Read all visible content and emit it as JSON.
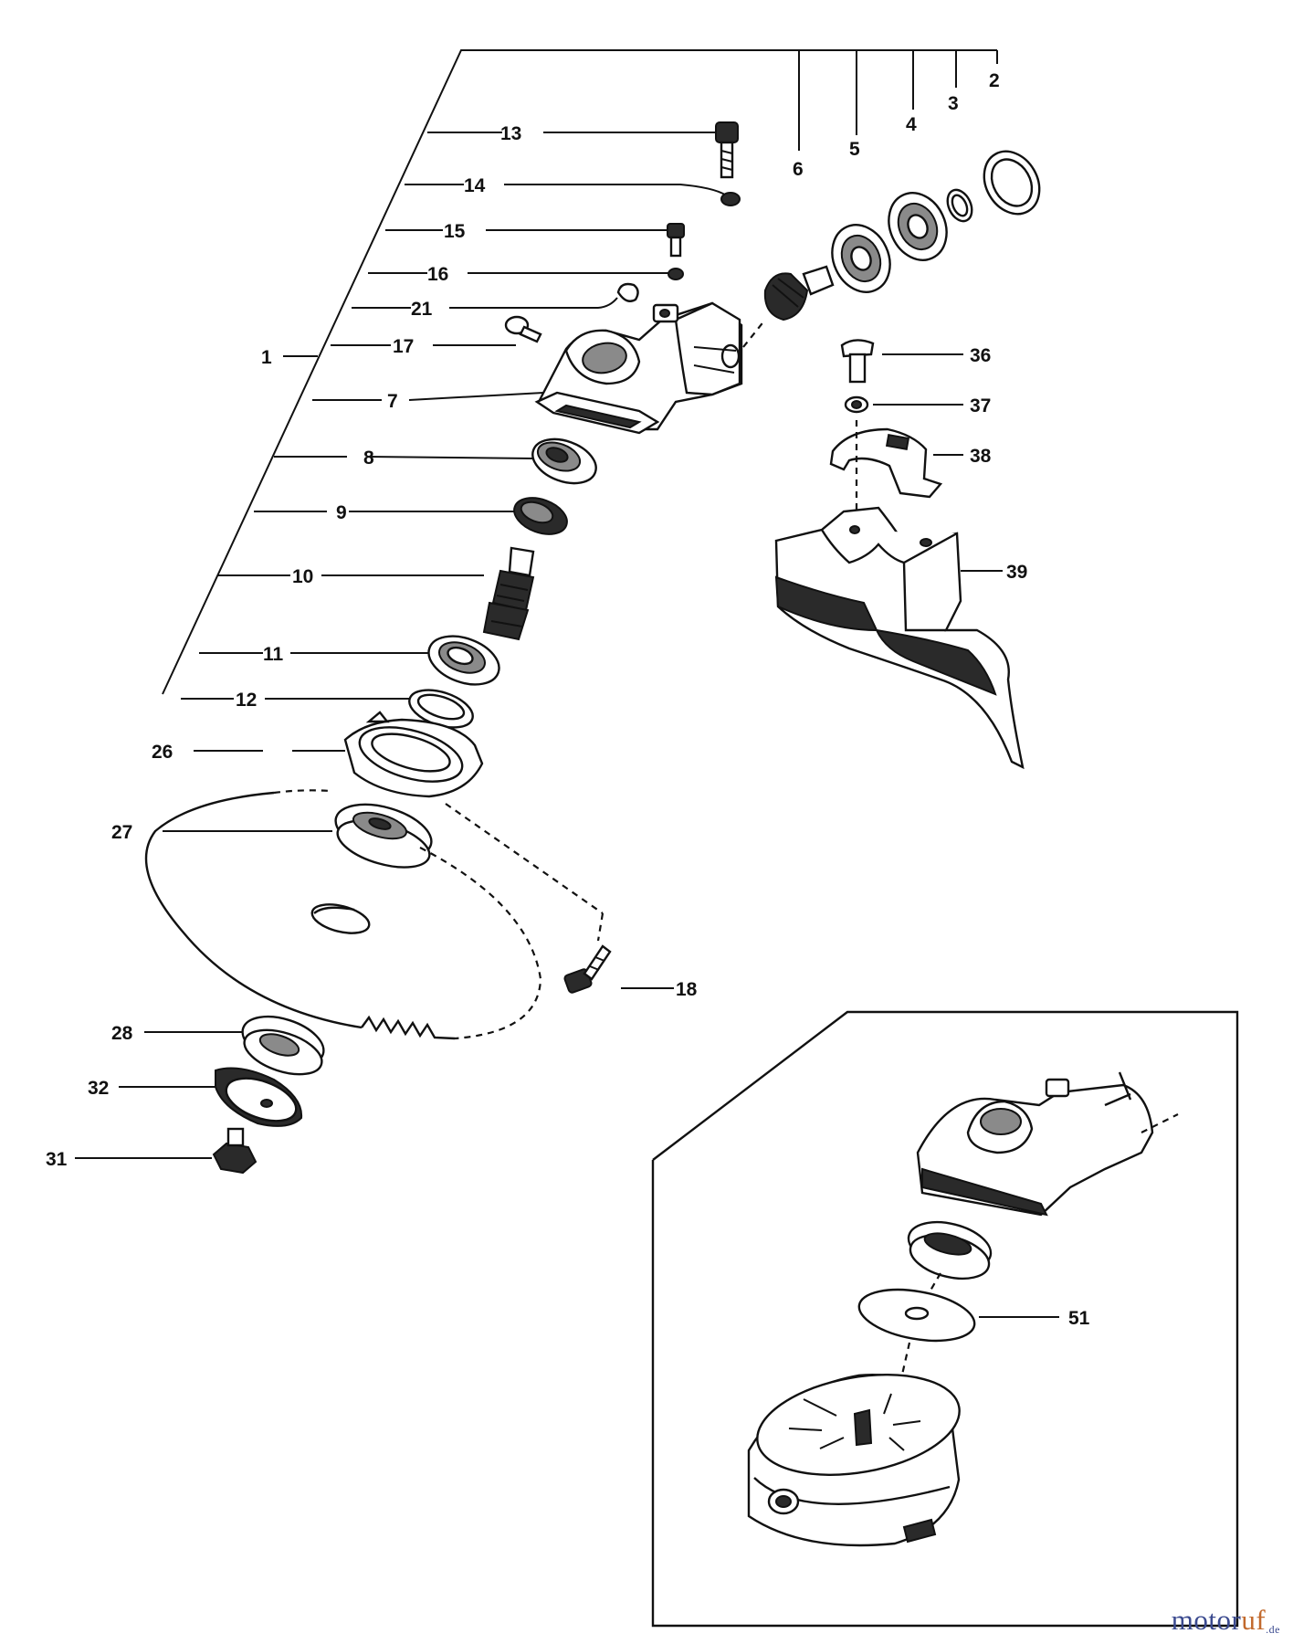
{
  "labels": {
    "p1": "1",
    "p2": "2",
    "p3": "3",
    "p4": "4",
    "p5": "5",
    "p6": "6",
    "p7": "7",
    "p8": "8",
    "p9": "9",
    "p10": "10",
    "p11": "11",
    "p12": "12",
    "p13": "13",
    "p14": "14",
    "p15": "15",
    "p16": "16",
    "p17": "17",
    "p18": "18",
    "p21": "21",
    "p26": "26",
    "p27": "27",
    "p28": "28",
    "p31": "31",
    "p32": "32",
    "p36": "36",
    "p37": "37",
    "p38": "38",
    "p39": "39",
    "p51": "51"
  },
  "watermark": {
    "brand_a": "motor",
    "brand_b": "uf",
    "tld": ".de"
  }
}
